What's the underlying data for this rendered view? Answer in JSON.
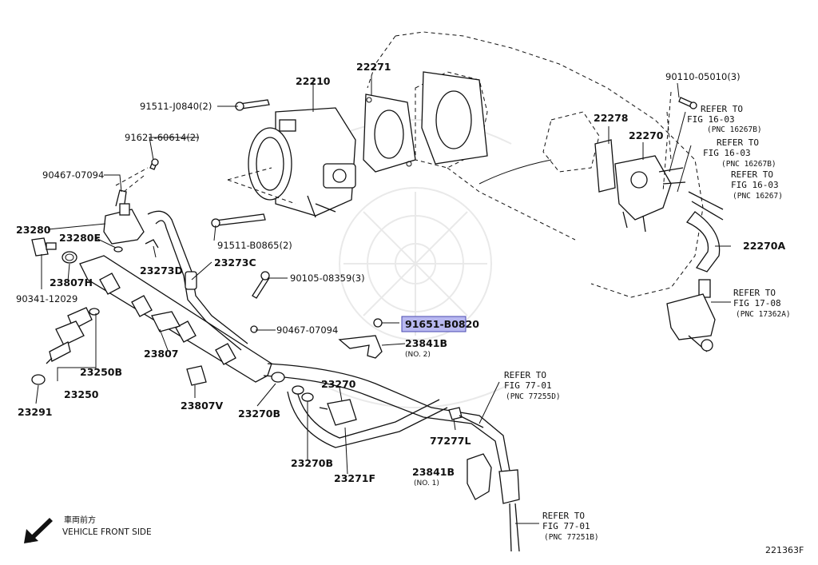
{
  "diagram": {
    "figure_id": "221363F",
    "legend": {
      "japanese": "車両前方",
      "english": "VEHICLE FRONT SIDE"
    },
    "highlighted_part": "91651-B0820",
    "parts": {
      "p22210": "22210",
      "p22271": "22271",
      "p91511_j0840": "91511-J0840(2)",
      "p91621": "91621-60614(2)",
      "p90467_top": "90467-07094",
      "p23280": "23280",
      "p23280e": "23280E",
      "p90341": "90341-12029",
      "p23807h": "23807H",
      "p23273d": "23273D",
      "p23273c": "23273C",
      "p91511_b0865": "91511-B0865(2)",
      "p90105": "90105-08359(3)",
      "p90467_mid": "90467-07094",
      "p91651": "91651-B0820",
      "p23841b_2": "23841B",
      "p23841b_2_sub": "(NO. 2)",
      "p23807": "23807",
      "p23250b": "23250B",
      "p23250": "23250",
      "p23291": "23291",
      "p23807v": "23807V",
      "p23270b_a": "23270B",
      "p23270": "23270",
      "p23270b_b": "23270B",
      "p23271f": "23271F",
      "p77277l": "77277L",
      "p23841b_1": "23841B",
      "p23841b_1_sub": "(NO. 1)",
      "p22278": "22278",
      "p22270": "22270",
      "p90110": "90110-05010(3)",
      "p22270a": "22270A"
    },
    "refs": {
      "r1_title": "REFER TO",
      "r1_fig": "FIG 16-03",
      "r1_pnc": "(PNC 16267B)",
      "r2_title": "REFER TO",
      "r2_fig": "FIG 16-03",
      "r2_pnc": "(PNC 16267B)",
      "r3_title": "REFER TO",
      "r3_fig": "FIG 16-03",
      "r3_pnc": "(PNC 16267)",
      "r4_title": "REFER TO",
      "r4_fig": "FIG 17-08",
      "r4_pnc": "(PNC 17362A)",
      "r5_title": "REFER TO",
      "r5_fig": "FIG 77-01",
      "r5_pnc": "(PNC 77255D)",
      "r6_title": "REFER TO",
      "r6_fig": "FIG 77-01",
      "r6_pnc": "(PNC 77251B)"
    },
    "colors": {
      "highlight_fill": "#b8b8f0",
      "highlight_stroke": "#4a4ab0",
      "ink": "#111111",
      "watermark": "#e6e6e6"
    }
  }
}
